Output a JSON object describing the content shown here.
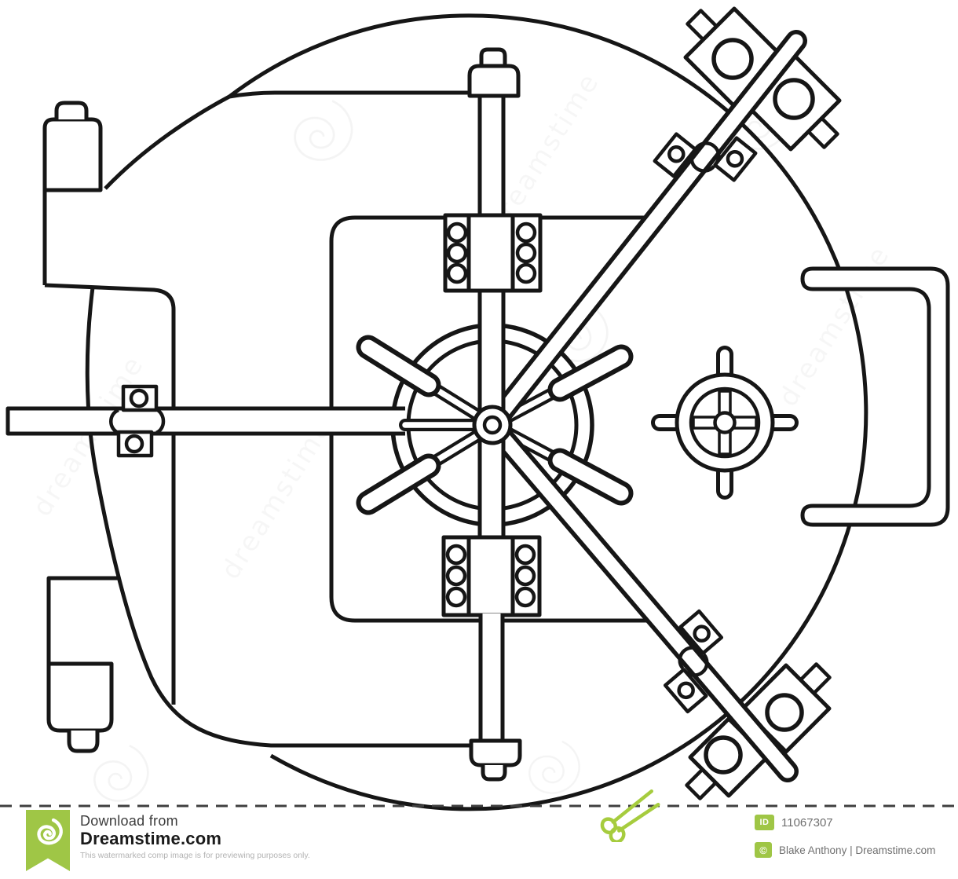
{
  "illustration": {
    "alt": "black and white line art of a round bank vault door with spoked handwheel, locking rods, hinges and handle",
    "stroke_color": "#161616",
    "background": "#ffffff"
  },
  "watermark": {
    "text": "dreamstime"
  },
  "footer": {
    "accent_green": "#9fc646",
    "cut_line_color": "#3f3f3f",
    "download_line1": "Download from",
    "download_line2": "Dreamstime.com",
    "disclaimer": "This watermarked comp image is for previewing purposes only.",
    "id_badge_label": "ID",
    "id_value": "11067307",
    "copyright_badge_label": "©",
    "credit": "Blake Anthony | Dreamstime.com"
  }
}
